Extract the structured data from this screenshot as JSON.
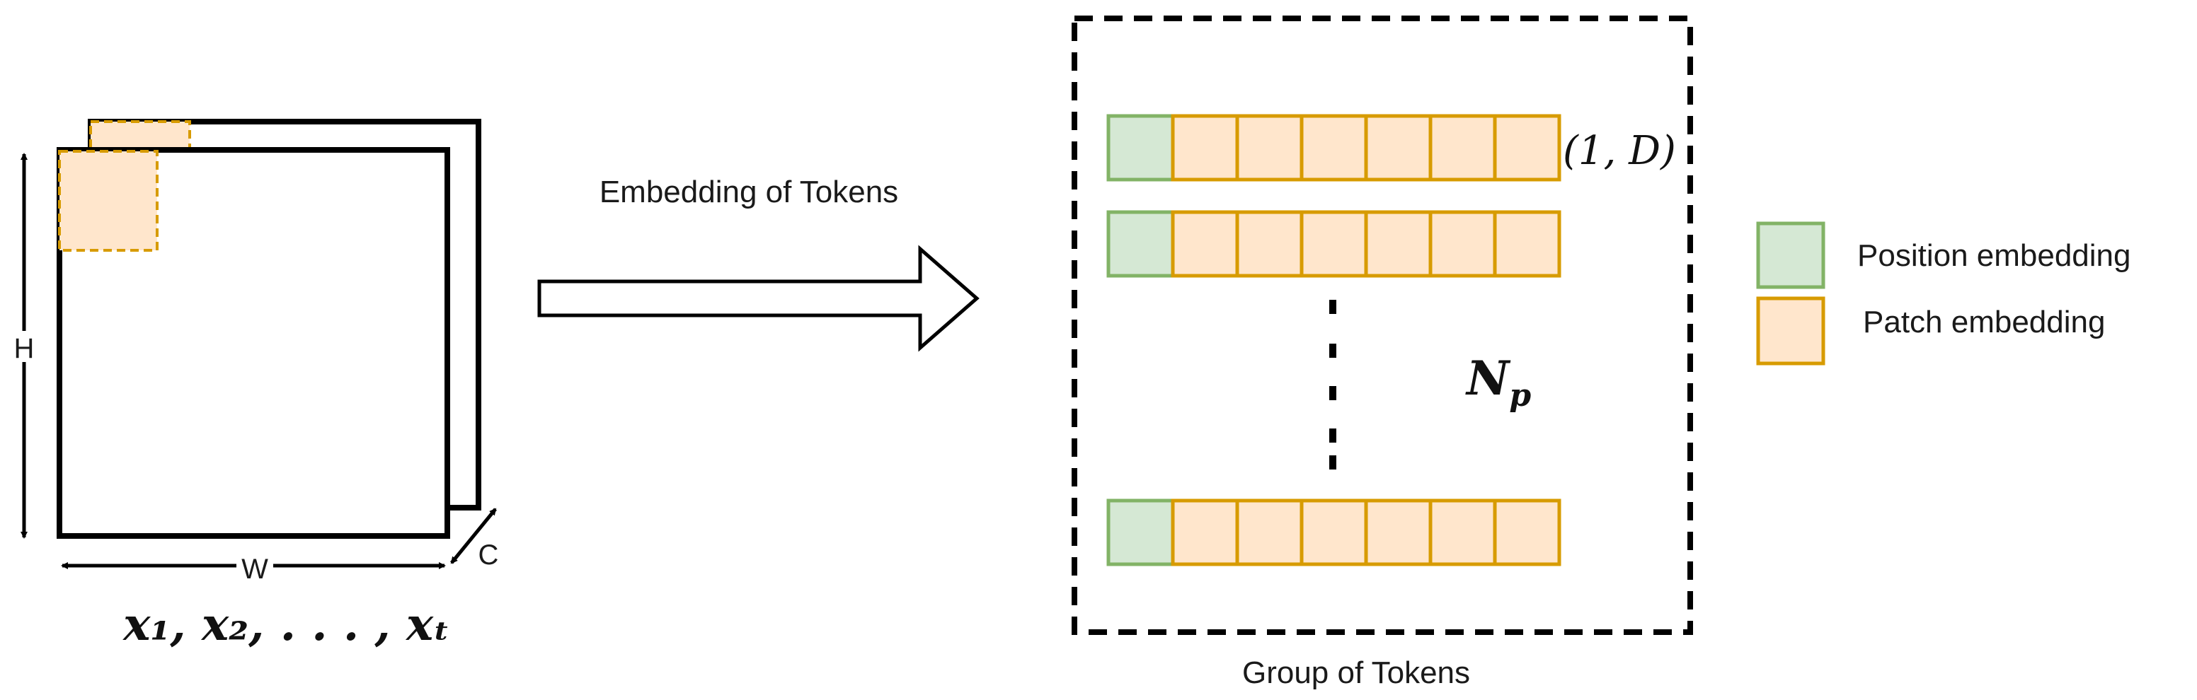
{
  "labels": {
    "dim_h": "H",
    "dim_w": "W",
    "dim_c": "C",
    "sequence_formula": "x₁, x₂, . . . , xₜ",
    "arrow_caption": "Embedding of Tokens",
    "token_shape": "(1, D)",
    "token_count_base": "N",
    "token_count_sub": "p",
    "group_caption": "Group of Tokens"
  },
  "legend": [
    {
      "label": "Position embedding",
      "fill": "#d5e8d4",
      "stroke": "#82b366"
    },
    {
      "label": "Patch embedding",
      "fill": "#ffe6cc",
      "stroke": "#d79b00"
    }
  ],
  "token_rows": [
    {
      "position_cells": 1,
      "patch_cells": 6
    },
    {
      "position_cells": 1,
      "patch_cells": 6
    },
    {
      "position_cells": 1,
      "patch_cells": 6
    }
  ],
  "colors": {
    "position_fill": "#d5e8d4",
    "position_stroke": "#82b366",
    "patch_fill": "#ffe6cc",
    "patch_stroke": "#d79b00",
    "line": "#000000"
  }
}
